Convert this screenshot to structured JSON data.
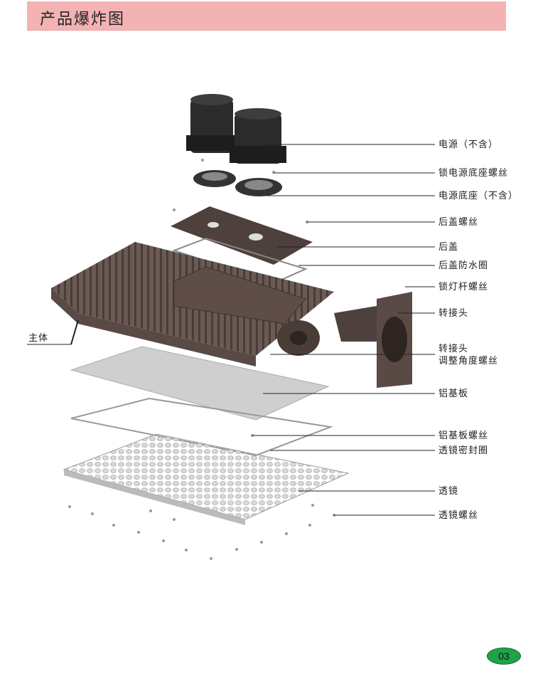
{
  "header": {
    "title": "产品爆炸图"
  },
  "labels": {
    "power_supply": "电源（不含）",
    "power_base_screw": "锁电源底座螺丝",
    "power_base": "电源底座（不含）",
    "back_cover_screw": "后盖螺丝",
    "back_cover": "后盖",
    "back_cover_gasket": "后盖防水圈",
    "pole_lock_screw": "锁灯杆螺丝",
    "adapter": "转接头",
    "adapter_line1": "转接头",
    "adapter_line2": "调整角度螺丝",
    "aluminum_pcb": "铝基板",
    "pcb_screw": "铝基板螺丝",
    "lens_gasket": "透镜密封圈",
    "lens": "透镜",
    "lens_screw": "透镜螺丝",
    "main_body": "主体"
  },
  "page_number": "03",
  "colors": {
    "header": "#f4b3b3",
    "page_badge": "#1fa34a",
    "housing": "#5a4a45"
  }
}
